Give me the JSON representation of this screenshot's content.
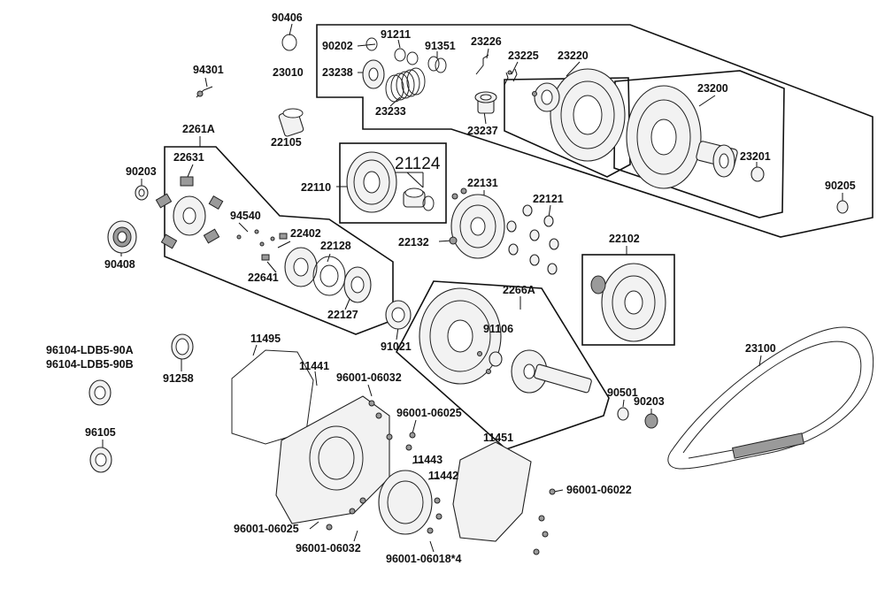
{
  "labels": {
    "p90406": "90406",
    "p90202": "90202",
    "p91211": "91211",
    "p91351": "91351",
    "p23226": "23226",
    "p23225": "23225",
    "p23220": "23220",
    "p23010": "23010",
    "p23238": "23238",
    "p23233": "23233",
    "p23237": "23237",
    "p23200": "23200",
    "p23201": "23201",
    "p94301": "94301",
    "p22105": "22105",
    "p2261A": "2261A",
    "p22631": "22631",
    "p90203a": "90203",
    "p22110": "22110",
    "p21124": "21124",
    "p22131": "22131",
    "p22121": "22121",
    "p22132": "22132",
    "p90205": "90205",
    "p94540": "94540",
    "p22402": "22402",
    "p22128": "22128",
    "p22641": "22641",
    "p22127": "22127",
    "p90408": "90408",
    "p22102": "22102",
    "p2266A": "2266A",
    "p91021": "91021",
    "p91106": "91106",
    "p23100": "23100",
    "p96104a": "96104-LDB5-90A",
    "p96104b": "96104-LDB5-90B",
    "p91258": "91258",
    "p11495": "11495",
    "p11441": "11441",
    "p96001_06032a": "96001-06032",
    "p96001_06025a": "96001-06025",
    "p90501": "90501",
    "p90203b": "90203",
    "p96105": "96105",
    "p11443": "11443",
    "p11442": "11442",
    "p11451": "11451",
    "p96001_06022": "96001-06022",
    "p96001_06025b": "96001-06025",
    "p96001_06032b": "96001-06032",
    "p96001_06018": "96001-06018*4"
  }
}
